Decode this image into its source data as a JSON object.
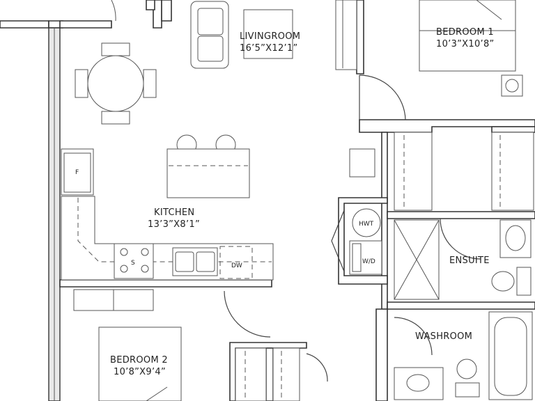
{
  "rooms": {
    "living": {
      "name": "LIVINGROOM",
      "size": "16’5”X12’1”"
    },
    "bedroom1": {
      "name": "BEDROOM 1",
      "size": "10’3”X10’8”"
    },
    "kitchen": {
      "name": "KITCHEN",
      "size": "13’3”X8’1”"
    },
    "bedroom2": {
      "name": "BEDROOM 2",
      "size": "10’8”X9’4”"
    },
    "ensuite": {
      "name": "ENSUITE"
    },
    "washroom": {
      "name": "WASHROOM"
    }
  },
  "fixtures": {
    "fridge": "F",
    "stove": "S",
    "dishwasher": "DW",
    "water_heater": "HWT",
    "washer_dryer": "W/D"
  }
}
